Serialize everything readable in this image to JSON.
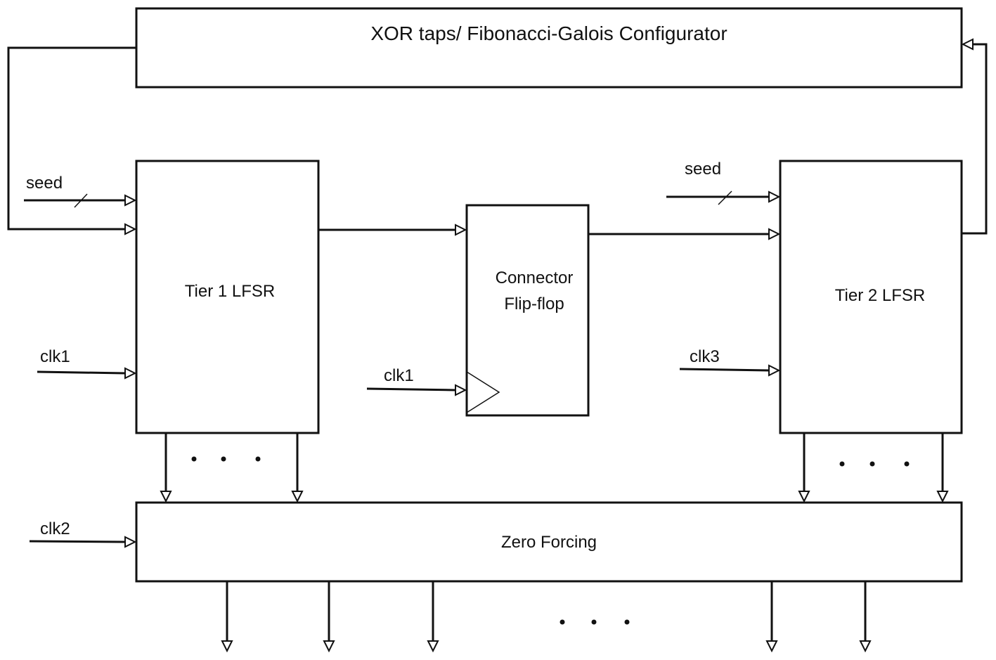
{
  "blocks": {
    "configurator": "XOR taps/ Fibonacci-Galois Configurator",
    "tier1": "Tier 1  LFSR",
    "connector_line1": "Connector",
    "connector_line2": "Flip-flop",
    "tier2": "Tier 2  LFSR",
    "zero_forcing": "Zero Forcing"
  },
  "signals": {
    "seed_tier1": "seed",
    "clk_tier1": "clk1",
    "clk_connector": "clk1",
    "seed_tier2": "seed",
    "clk_tier2": "clk3",
    "clk_zero_forcing": "clk2"
  },
  "ellipsis": {
    "tier1_outputs": "• • •",
    "tier2_outputs": "• • •",
    "zero_forcing_outputs": "• • •"
  }
}
